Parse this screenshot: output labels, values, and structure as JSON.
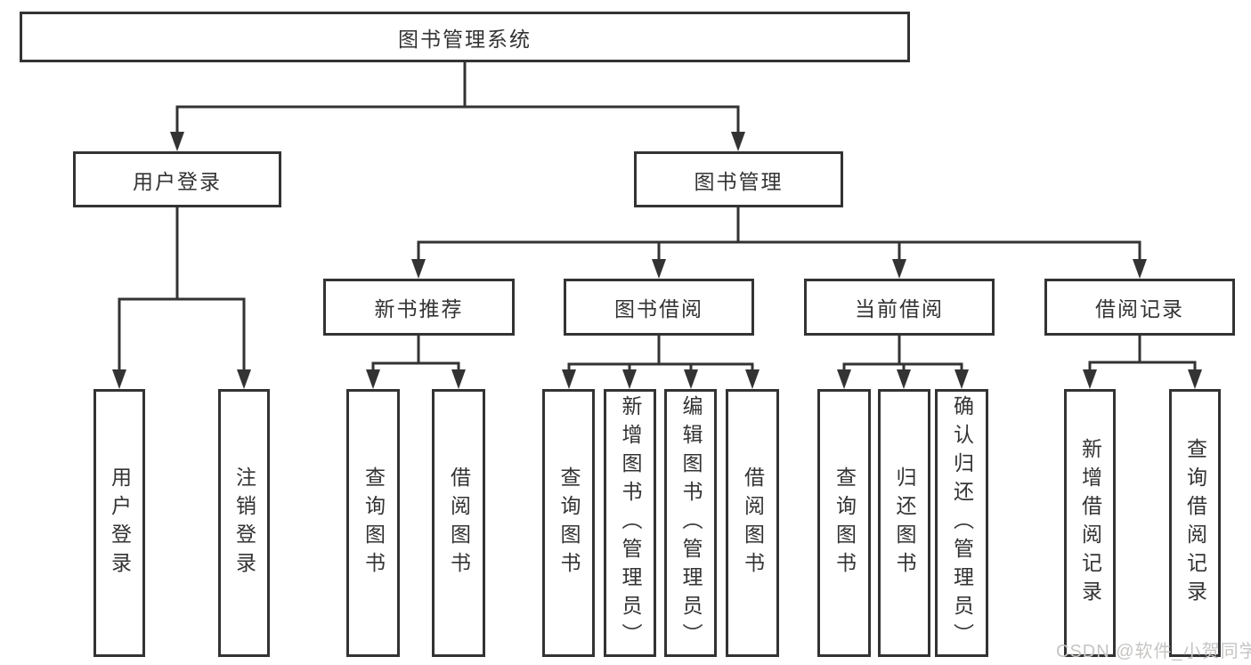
{
  "diagram": {
    "title": "图书管理系统",
    "nodes": {
      "root": "图书管理系统",
      "user_login": "用户登录",
      "book_management": "图书管理",
      "new_book_recommend": "新书推荐",
      "book_borrowing": "图书借阅",
      "current_borrowing": "当前借阅",
      "borrowing_records": "借阅记录",
      "leaf_user_login": "用户登录",
      "leaf_logout_login": "注销登录",
      "leaf_query_books_1": "查询图书",
      "leaf_borrow_books_1": "借阅图书",
      "leaf_query_books_2": "查询图书",
      "leaf_add_books_admin": "新增图书（管理员）",
      "leaf_edit_books_admin": "编辑图书（管理员）",
      "leaf_borrow_books_2": "借阅图书",
      "leaf_query_books_3": "查询图书",
      "leaf_return_books": "归还图书",
      "leaf_confirm_return_admin": "确认归还（管理员）",
      "leaf_add_borrow_record": "新增借阅记录",
      "leaf_query_borrow_record": "查询借阅记录"
    }
  },
  "watermark": {
    "text": "CSDN @软件_小贺同学"
  },
  "colors": {
    "line": "#333333",
    "node_border": "#333333",
    "text": "#333333",
    "watermark": "#c7c5c3",
    "background": "#ffffff"
  }
}
